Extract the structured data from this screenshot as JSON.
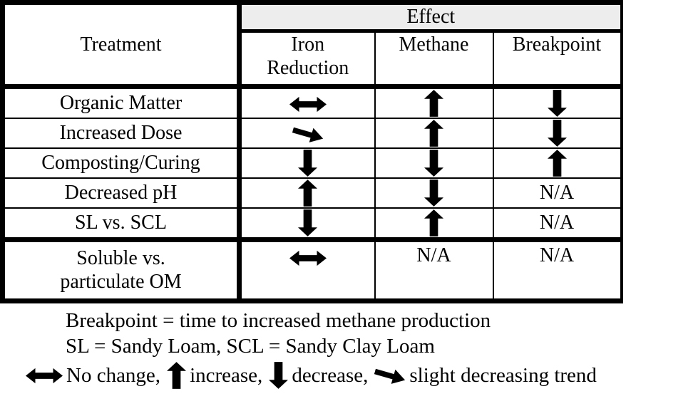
{
  "table": {
    "header": {
      "treatment": "Treatment",
      "effect": "Effect",
      "columns": [
        "Iron\nReduction",
        "Methane",
        "Breakpoint"
      ]
    },
    "rows": [
      {
        "treatment": "Organic Matter",
        "effects": [
          "no-change",
          "increase",
          "decrease"
        ]
      },
      {
        "treatment": "Increased Dose",
        "effects": [
          "slight-decrease",
          "increase",
          "decrease"
        ]
      },
      {
        "treatment": "Composting/Curing",
        "effects": [
          "decrease",
          "decrease",
          "increase"
        ]
      },
      {
        "treatment": "Decreased pH",
        "effects": [
          "increase",
          "decrease",
          "na"
        ]
      },
      {
        "treatment": "SL vs. SCL",
        "effects": [
          "decrease",
          "increase",
          "na"
        ]
      },
      {
        "treatment": "Soluble vs.\nparticulate OM",
        "effects": [
          "no-change",
          "na",
          "na"
        ]
      }
    ],
    "na_label": "N/A"
  },
  "notes": {
    "line1": "Breakpoint = time to increased methane production",
    "line2": "SL = Sandy Loam, SCL = Sandy Clay Loam"
  },
  "legend": {
    "items": [
      {
        "arrow": "no-change",
        "label": "No change,"
      },
      {
        "arrow": "increase",
        "label": "increase,"
      },
      {
        "arrow": "decrease",
        "label": "decrease,"
      },
      {
        "arrow": "slight-decrease",
        "label": "slight decreasing trend"
      }
    ]
  },
  "colors": {
    "header_bg": "#ededed",
    "arrow": "#000000"
  }
}
